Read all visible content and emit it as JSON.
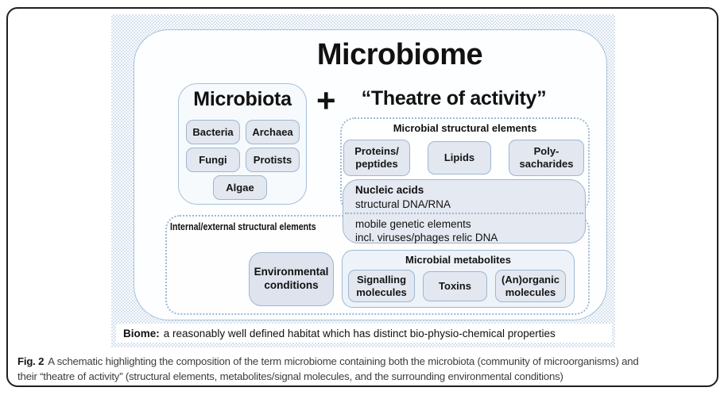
{
  "colors": {
    "frame_border": "#1f1f1f",
    "panel_checker_blue": "#d5e1ef",
    "container_border": "#a9c1d9",
    "box_border": "#9eb7d1",
    "box_fill": "#e2e7f0",
    "metabolites_fill": "#eef3fa",
    "nucleic_fill": "#e5e9f1",
    "caption_text": "#3d3d3d"
  },
  "figure": {
    "title": "Microbiome",
    "plus_sign": "+",
    "theatre_title": "“Theatre of activity”",
    "microbiota": {
      "title": "Microbiota",
      "items": [
        "Bacteria",
        "Archaea",
        "Fungi",
        "Protists",
        "Algae"
      ]
    },
    "structural": {
      "title": "Microbial structural elements",
      "items": [
        "Proteins/\npeptides",
        "Lipids",
        "Poly-\nsacharides"
      ]
    },
    "nucleic": {
      "title": "Nucleic acids",
      "subtitle": "structural DNA/RNA",
      "mobile_line1": "mobile genetic elements",
      "mobile_line2": "incl. viruses/phages relic DNA"
    },
    "internal_external_label": "Internal/external structural elements",
    "environmental": "Environmental\nconditions",
    "metabolites": {
      "title": "Microbial metabolites",
      "items": [
        "Signalling\nmolecules",
        "Toxins",
        "(An)organic\nmolecules"
      ]
    },
    "biome": {
      "label": "Biome:",
      "text": "a reasonably well defined habitat which has distinct bio-physio-chemical properties"
    }
  },
  "caption": {
    "label": "Fig. 2",
    "line1": "A schematic highlighting the composition of the term microbiome containing both the microbiota (community of microorganisms) and",
    "line2": "their “theatre of activity” (structural elements, metabolites/signal molecules, and the surrounding environmental conditions)"
  }
}
